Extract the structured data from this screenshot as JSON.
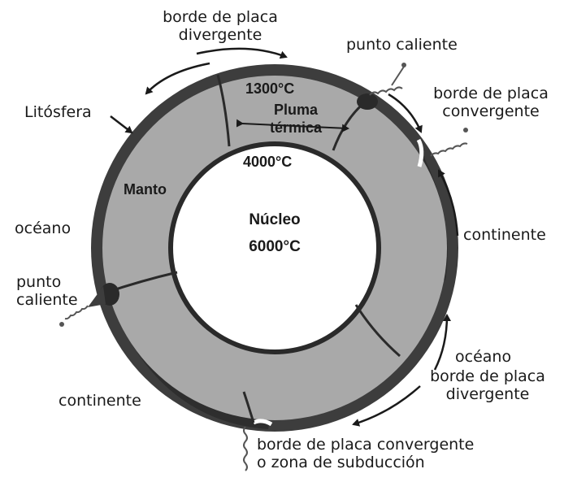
{
  "colors": {
    "mantle": "#a9a9a9",
    "lithosphere": "#3d3d3d",
    "core": "#ffffff",
    "ink": "#1a1a1a"
  },
  "labels": {
    "divergent_top_1": "borde de placa",
    "divergent_top_2": "divergente",
    "hotspot_top": "punto caliente",
    "convergent_right_1": "borde de placa",
    "convergent_right_2": "convergente",
    "lithosphere": "Litósfera",
    "temp_1300": "1300°C",
    "plume_1": "Pluma",
    "plume_2": "térmica",
    "temp_4000": "4000°C",
    "mantle": "Manto",
    "core_name": "Núcleo",
    "core_temp": "6000°C",
    "ocean_left": "océano",
    "continent_right": "continente",
    "hotspot_left_1": "punto",
    "hotspot_left_2": "caliente",
    "ocean_right": "océano",
    "divergent_right_1": "borde de placa",
    "divergent_right_2": "divergente",
    "continent_bottom": "continente",
    "subduction_1": "borde de placa convergente",
    "subduction_2": "o zona de subducción"
  }
}
